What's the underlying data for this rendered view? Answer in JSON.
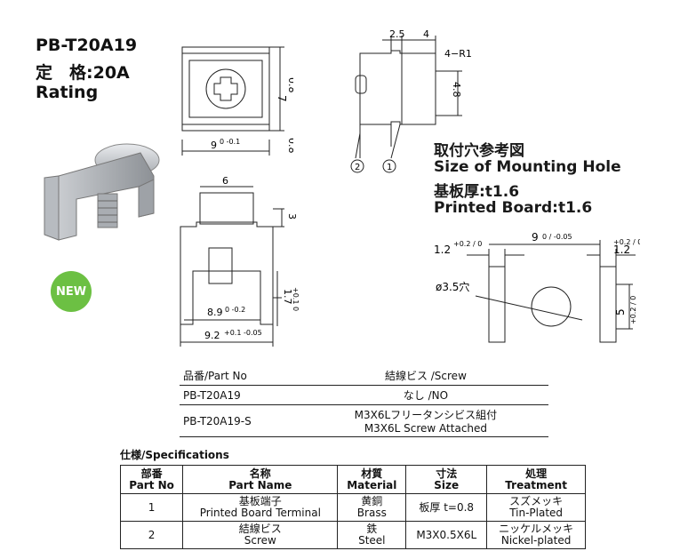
{
  "header": {
    "title": "PB-T20A19",
    "rating_line": "定　格:20A",
    "rating_label": "Rating"
  },
  "badge": {
    "label": "NEW",
    "color": "#6cc043"
  },
  "dimensions": {
    "d_2_5": "2.5",
    "d_4_top": "4",
    "d_r1": "4−R1",
    "d_4_8": "4.8",
    "d_0_8a": "0.8",
    "d_7": "7",
    "d_9": "9",
    "d_9_tol": "0\n-0.1",
    "d_0_8b": "0.8",
    "d_6": "6",
    "d_3": "3",
    "d_8_9": "8.9",
    "d_8_9_tol": "0\n-0.2",
    "d_1_7": "1.7",
    "d_1_7_tol": "+0.1\n0",
    "d_9_2": "9.2",
    "d_9_2_tol": "+0.1\n-0.05",
    "callout_2": "2",
    "callout_1": "1"
  },
  "mounting": {
    "heading_jp": "取付穴参考図",
    "heading_en": "Size of Mounting Hole",
    "board_jp": "基板厚:t1.6",
    "board_en": "Printed Board:t1.6",
    "d_left": "1.2",
    "d_left_tol": "+0.2 / 0",
    "d_center": "9",
    "d_center_tol": "0 / -0.05",
    "d_right": "1.2",
    "d_right_tol": "+0.2 / 0",
    "d_hole": "ø3.5穴",
    "d_5": "5",
    "d_5_tol": "+0.2 / 0"
  },
  "parts_table": {
    "header": [
      "品番/Part No",
      "結線ビス /Screw"
    ],
    "rows": [
      [
        "PB-T20A19",
        "なし /NO"
      ],
      [
        "PB-T20A19-S",
        "M3X6Lフリータンシビス組付",
        "M3X6L  Screw Attached"
      ]
    ]
  },
  "specs": {
    "label": "仕様/Specifications",
    "headers": [
      [
        "部番",
        "Part No"
      ],
      [
        "名称",
        "Part Name"
      ],
      [
        "材質",
        "Material"
      ],
      [
        "寸法",
        "Size"
      ],
      [
        "処理",
        "Treatment"
      ]
    ],
    "rows": [
      [
        "1",
        "基板端子",
        "Printed Board Terminal",
        "黄銅",
        "Brass",
        "板厚 t=0.8",
        "スズメッキ",
        "Tin-Plated"
      ],
      [
        "2",
        "結線ビス",
        "Screw",
        "鉄",
        "Steel",
        "M3X0.5X6L",
        "ニッケルメッキ",
        "Nickel-plated"
      ]
    ]
  }
}
